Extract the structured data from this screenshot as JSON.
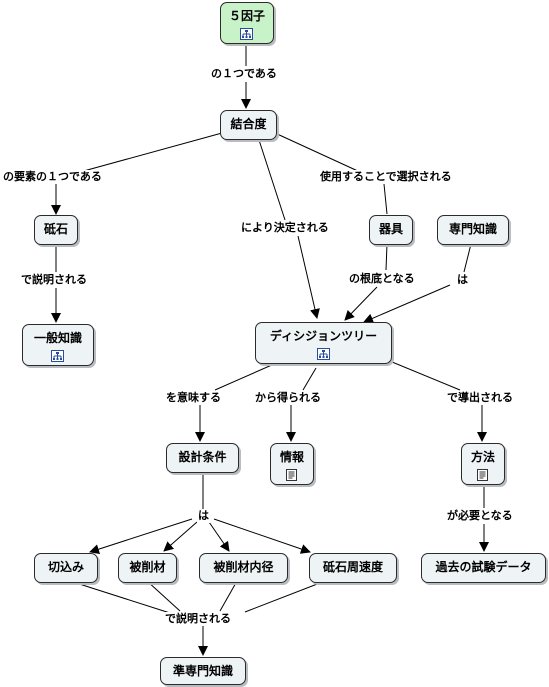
{
  "nodes": {
    "five_factors": "５因子",
    "coupling": "結合度",
    "grindstone": "砥石",
    "equipment": "器具",
    "expert_knowledge": "専門知識",
    "general_knowledge": "一般知識",
    "decision_tree": "ディシジョンツリー",
    "design_conditions": "設計条件",
    "information": "情報",
    "method": "方法",
    "cut_in": "切込み",
    "workpiece": "被削材",
    "workpiece_inner_diameter": "被削材内径",
    "grindstone_peripheral_speed": "砥石周速度",
    "past_test_data": "過去の試験データ",
    "semi_expert_knowledge": "準専門知識"
  },
  "links": {
    "is_one_of": "の１つである",
    "is_one_element_of": "の要素の１つである",
    "decided_by": "により決定される",
    "chosen_by_use": "使用することで選択される",
    "explained_by_1": "で説明される",
    "basis_of": "の根底となる",
    "wa_1": "は",
    "means": "を意味する",
    "obtained_from": "から得られる",
    "derived_by": "で導出される",
    "wa_2": "は",
    "needed": "が必要となる",
    "explained_by_2": "で説明される"
  },
  "icons": {
    "five_factors": "submap-icon",
    "general_knowledge": "submap-icon",
    "decision_tree": "submap-icon",
    "information": "document-icon",
    "method": "document-icon"
  },
  "colors": {
    "root_fill": "#c8f2c8",
    "node_fill": "#eef3f6",
    "line": "#000000"
  }
}
